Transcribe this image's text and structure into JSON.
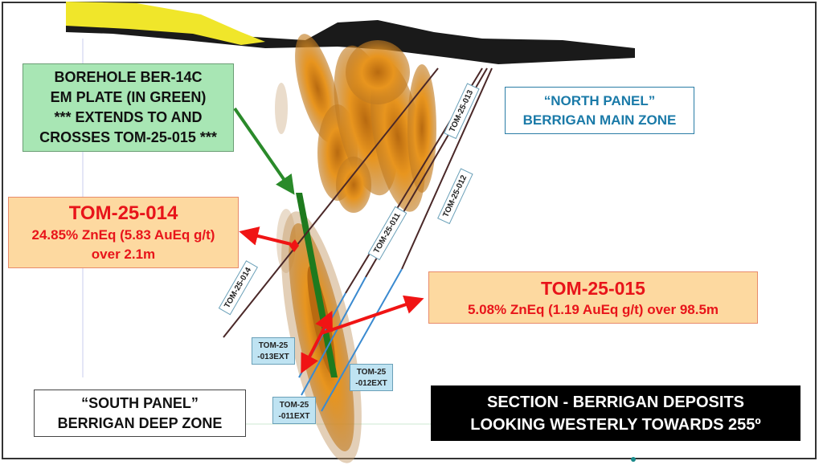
{
  "callouts": {
    "em_plate": {
      "lines": [
        "BOREHOLE BER-14C",
        "EM PLATE (IN GREEN)",
        "*** EXTENDS TO AND",
        "CROSSES TOM-25-015 ***"
      ]
    },
    "tom_014": {
      "title": "TOM-25-014",
      "line1": "24.85% ZnEq (5.83 AuEq g/t)",
      "line2": "over 2.1m"
    },
    "tom_015": {
      "title": "TOM-25-015",
      "line1": "5.08% ZnEq (1.19 AuEq g/t) over 98.5m"
    },
    "north_panel": {
      "line1": "“NORTH PANEL”",
      "line2": "BERRIGAN MAIN ZONE"
    },
    "south_panel": {
      "line1": "“SOUTH PANEL”",
      "line2": "BERRIGAN DEEP ZONE"
    },
    "section_title": {
      "line1": "SECTION - BERRIGAN DEPOSITS",
      "line2": "LOOKING WESTERLY TOWARDS 255º"
    }
  },
  "drillhole_labels": {
    "h014": "TOM-25-014",
    "h011": "TOM-25-011",
    "h013": "TOM-25-013",
    "h012": "TOM-25-012",
    "ext013": [
      "TOM-25",
      "-013EXT"
    ],
    "ext012": [
      "TOM-25",
      "-012EXT"
    ],
    "ext011": [
      "TOM-25",
      "-011EXT"
    ]
  },
  "colors": {
    "surface_yellow": "#f0e62a",
    "overburden": "#1a1a1a",
    "mineralization": "#d98a1e",
    "em_plate": "#1e7a1e",
    "arrow_red": "#f01414",
    "drillhole": "#4a2828",
    "extension": "#3a8ad0"
  }
}
